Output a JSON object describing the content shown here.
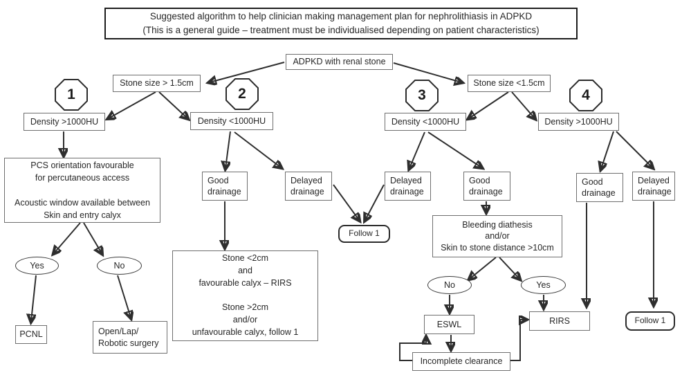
{
  "colors": {
    "line": "#2e2e2e",
    "box_border": "#6e6e6e",
    "background": "#ffffff",
    "text": "#262626"
  },
  "title": "Suggested algorithm to help clinician making management plan for nephrolithiasis in ADPKD\n(This is a general guide – treatment must be individualised depending on patient characteristics)",
  "badges": {
    "b1": "1",
    "b2": "2",
    "b3": "3",
    "b4": "4"
  },
  "nodes": {
    "adpkd": "ADPKD with renal stone",
    "stone_large": "Stone size > 1.5cm",
    "stone_small": "Stone size <1.5cm",
    "density1": "Density >1000HU",
    "density2": "Density <1000HU",
    "density3": "Density <1000HU",
    "density4": "Density >1000HU",
    "pcs": "PCS orientation favourable\nfor percutaneous access\n\nAcoustic window available between\nSkin and entry calyx",
    "yes1": "Yes",
    "no1": "No",
    "pcnl": "PCNL",
    "open_surgery": "Open/Lap/\nRobotic surgery",
    "good2": "Good\ndrainage",
    "delayed2": "Delayed\ndrainage",
    "follow_mid": "Follow 1",
    "stone_criteria": "Stone <2cm\nand\nfavourable calyx – RIRS\n\nStone >2cm\nand/or\nunfavourable calyx, follow 1",
    "delayed3": "Delayed\ndrainage",
    "good3": "Good\ndrainage",
    "bleeding": "Bleeding diathesis\nand/or\nSkin to stone distance >10cm",
    "no3": "No",
    "yes3": "Yes",
    "eswl": "ESWL",
    "rirs": "RIRS",
    "incomplete": "Incomplete clearance",
    "good4": "Good\ndrainage",
    "delayed4": "Delayed\ndrainage",
    "follow_right": "Follow 1"
  }
}
